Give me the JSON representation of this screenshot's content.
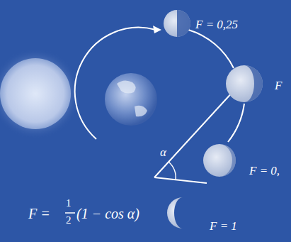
{
  "diagram": {
    "labels": [
      "F = 0,25",
      "F",
      "F = 0,",
      "α",
      "F =",
      "1",
      "2",
      "(1 − cos α)",
      "F = 1"
    ]
  }
}
